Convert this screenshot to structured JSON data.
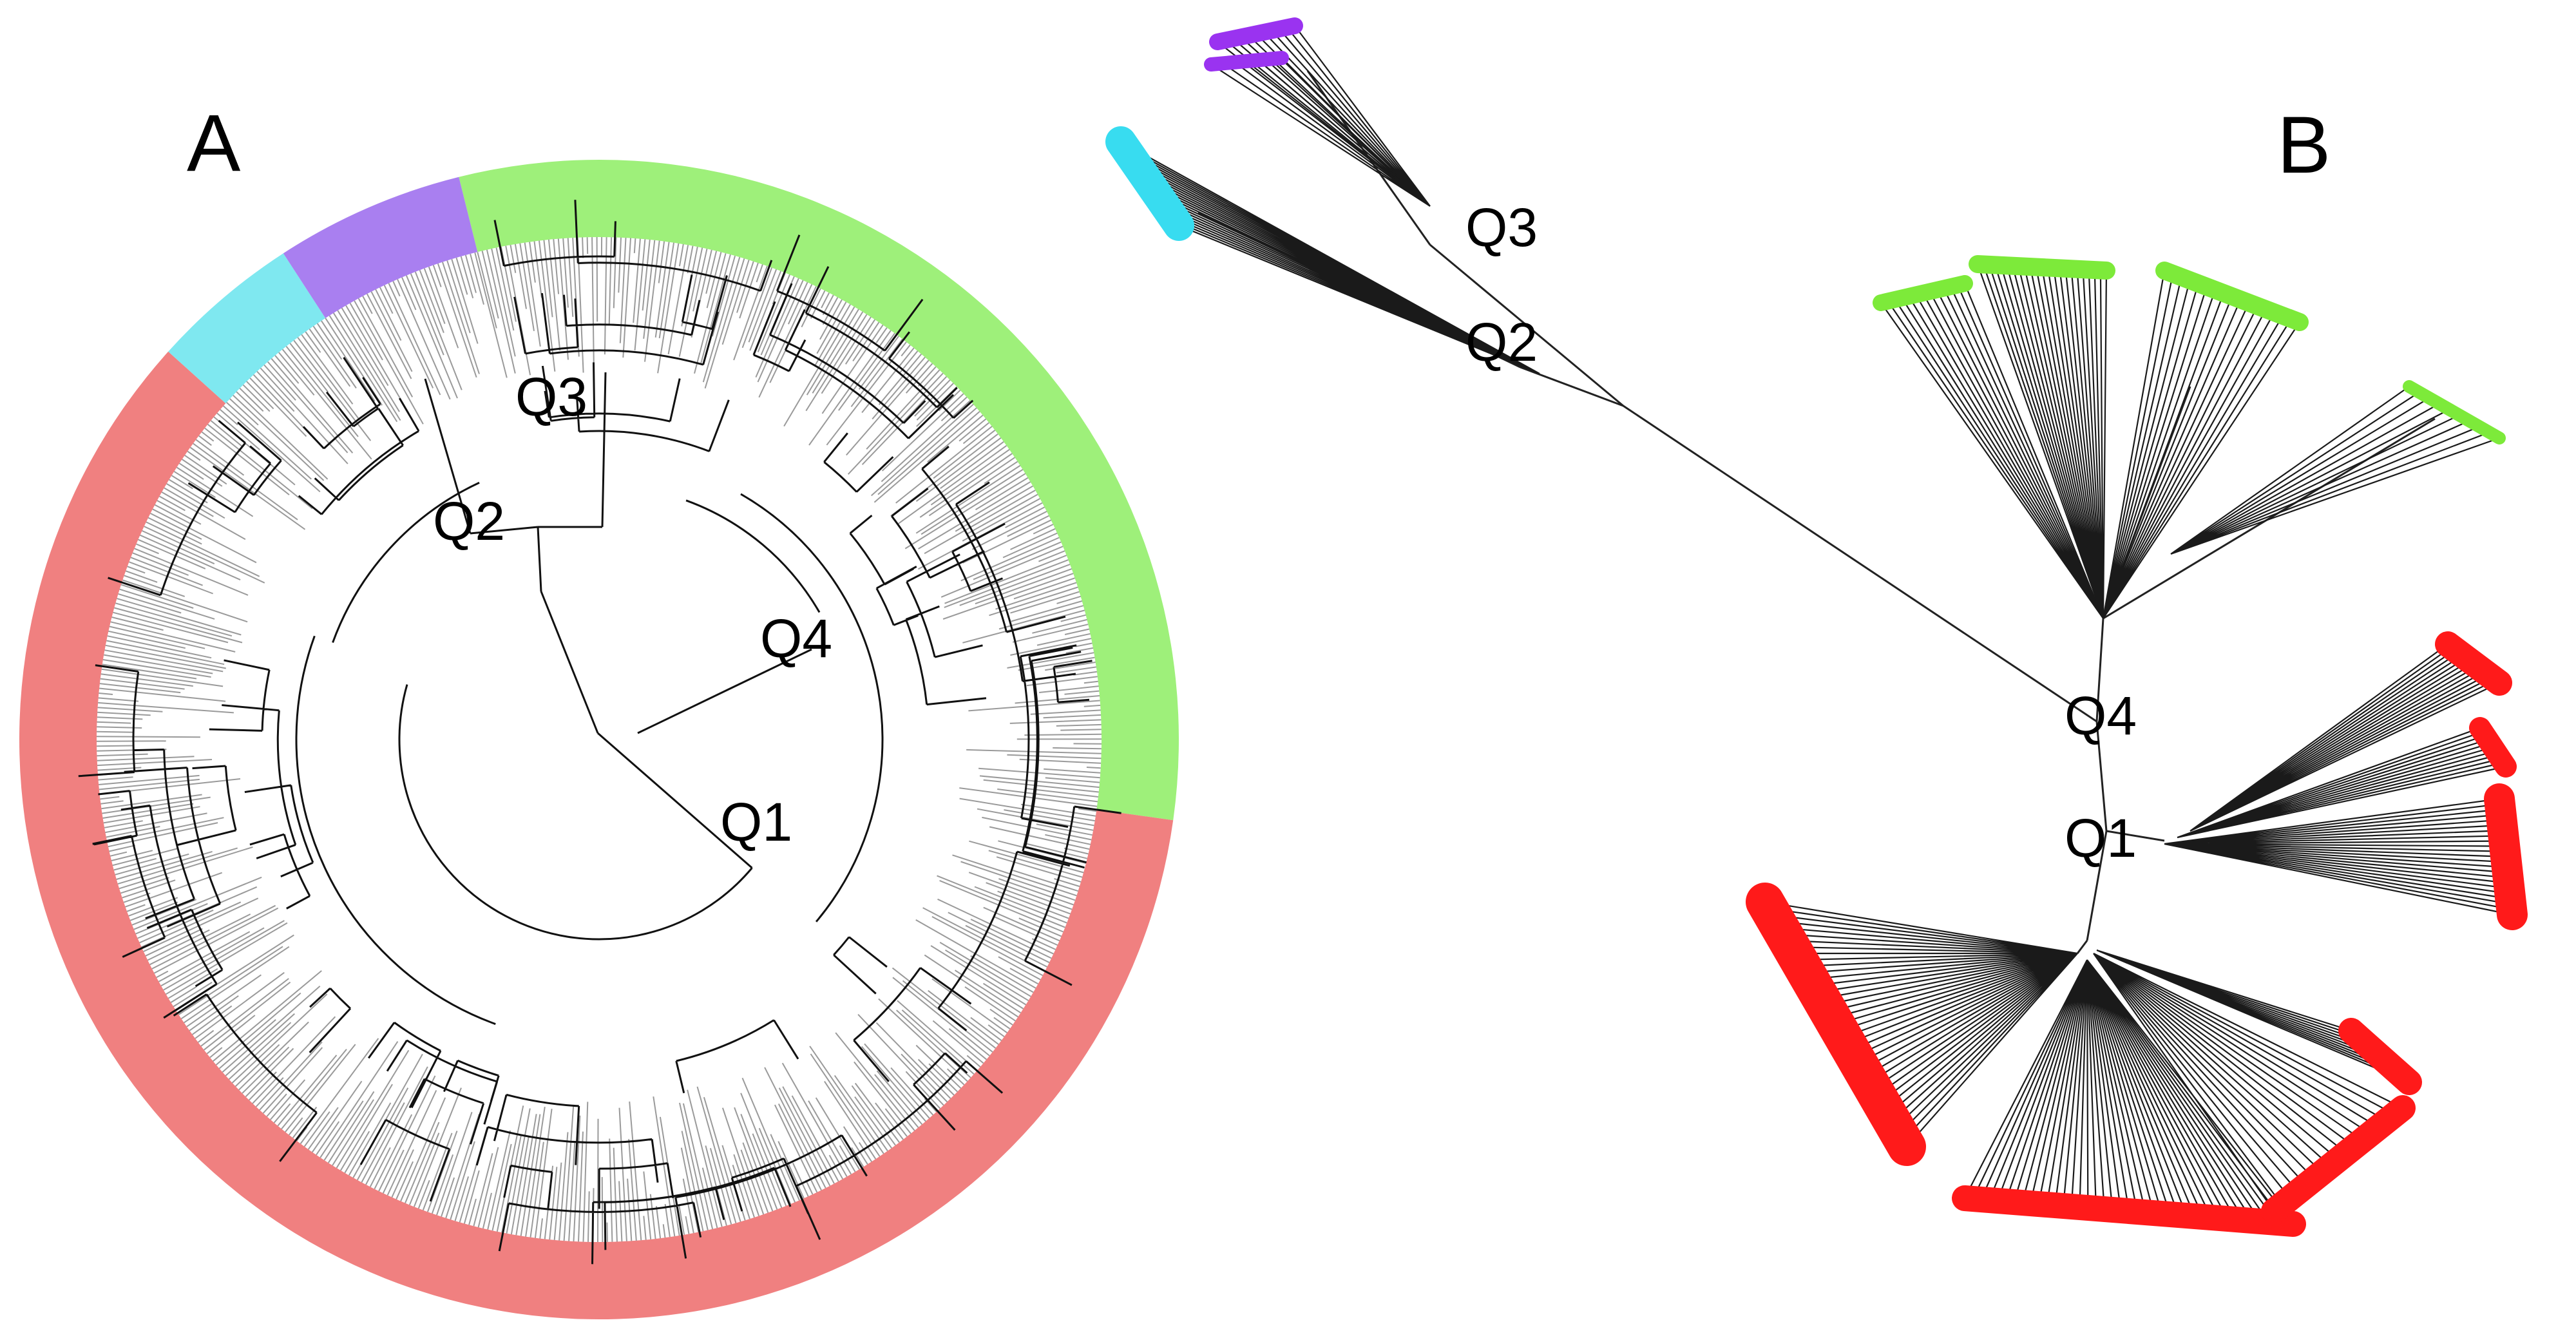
{
  "panels": [
    {
      "id": "A",
      "label": "A",
      "layout": "circular",
      "node_labels": [
        "Q1",
        "Q2",
        "Q3",
        "Q4"
      ],
      "clade_colors": {
        "Q1": "#f08080",
        "Q2": "#7fe8f0",
        "Q3": "#a97ff0",
        "Q4": "#9ef07a"
      }
    },
    {
      "id": "B",
      "label": "B",
      "layout": "unrooted",
      "node_labels": [
        "Q1",
        "Q2",
        "Q3",
        "Q4"
      ],
      "clade_colors": {
        "Q1": "#ff1a1a",
        "Q2": "#38dcf0",
        "Q3": "#9a33f0",
        "Q4": "#7dea3a"
      }
    }
  ]
}
